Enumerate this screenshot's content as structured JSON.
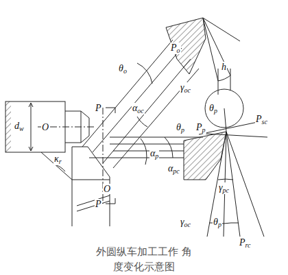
{
  "diagram": {
    "caption": "外圆纵车加工工作 角度变化示意图",
    "labels": [
      "P",
      "P",
      "θo",
      "Po",
      "γoc",
      "αoc",
      "h",
      "θp",
      "Psc",
      "Pp",
      "θp",
      "αp",
      "αpc",
      "γpc",
      "γoc",
      "θp",
      "Prc",
      "dw",
      "O",
      "O",
      "κr"
    ]
  }
}
